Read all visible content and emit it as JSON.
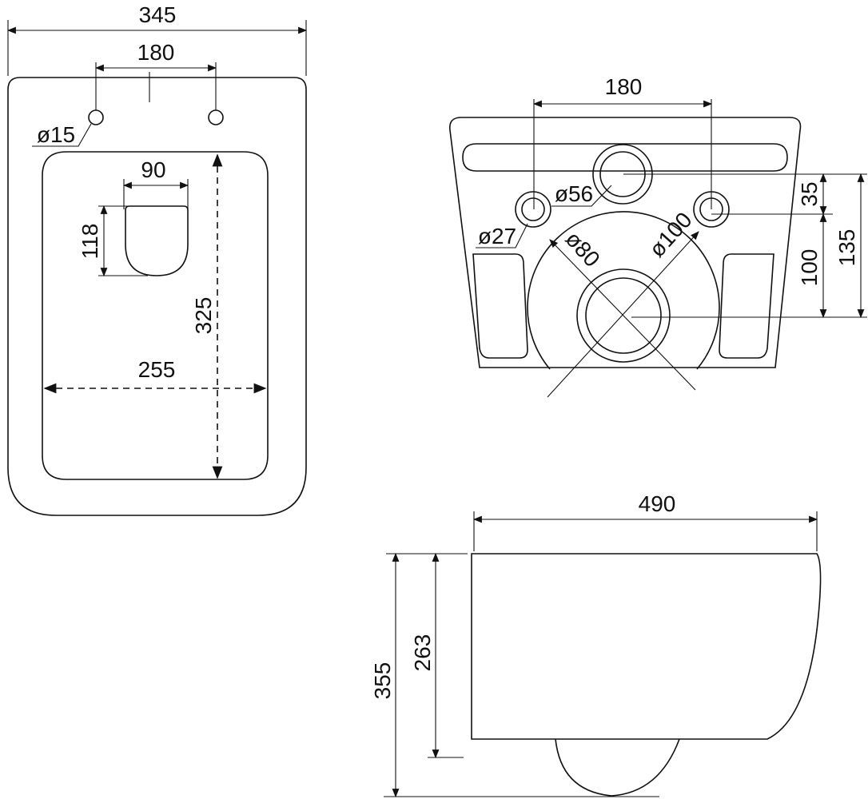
{
  "top_view": {
    "overall_width": "345",
    "hole_spacing": "180",
    "hole_diameter": "ø15",
    "seat_hole_width": "90",
    "seat_hole_length": "118",
    "inner_length": "325",
    "inner_width": "255"
  },
  "rear_view": {
    "hole_spacing": "180",
    "inlet_diameter": "ø56",
    "fixing_hole_diameter": "ø27",
    "outlet_inner_diameter": "ø80",
    "outlet_outer_diameter": "ø100",
    "inlet_offset": "35",
    "outlet_to_fixing": "100",
    "outlet_to_inlet": "135"
  },
  "side_view": {
    "depth": "490",
    "total_height": "355",
    "fixing_height": "263"
  }
}
